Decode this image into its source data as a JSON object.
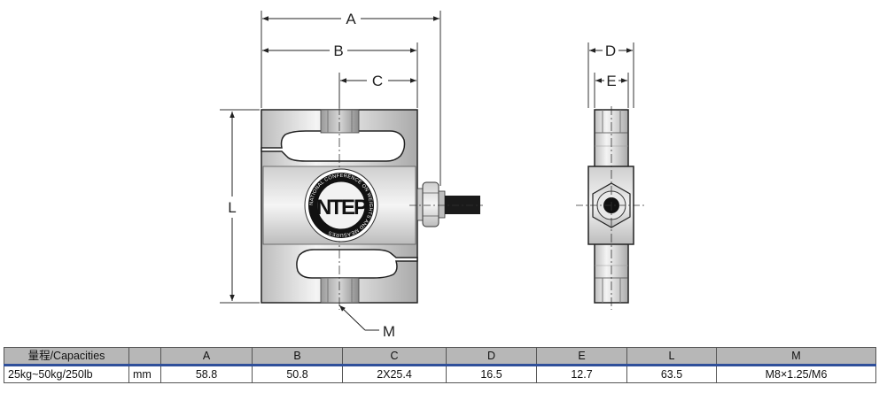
{
  "diagram": {
    "labels": {
      "A": "A",
      "B": "B",
      "C": "C",
      "D": "D",
      "E": "E",
      "L": "L",
      "M": "M"
    },
    "logo_text": "NTEP",
    "logo_ring_text": "NATIONAL CONFERENCE ON WEIGHTS AND MEASURES"
  },
  "table": {
    "headers": [
      "量程/Capacities",
      "",
      "A",
      "B",
      "C",
      "D",
      "E",
      "L",
      "M"
    ],
    "rows": [
      [
        "25kg~50kg/250lb",
        "mm",
        "58.8",
        "50.8",
        "2X25.4",
        "16.5",
        "12.7",
        "63.5",
        "M8×1.25/M6"
      ]
    ]
  }
}
